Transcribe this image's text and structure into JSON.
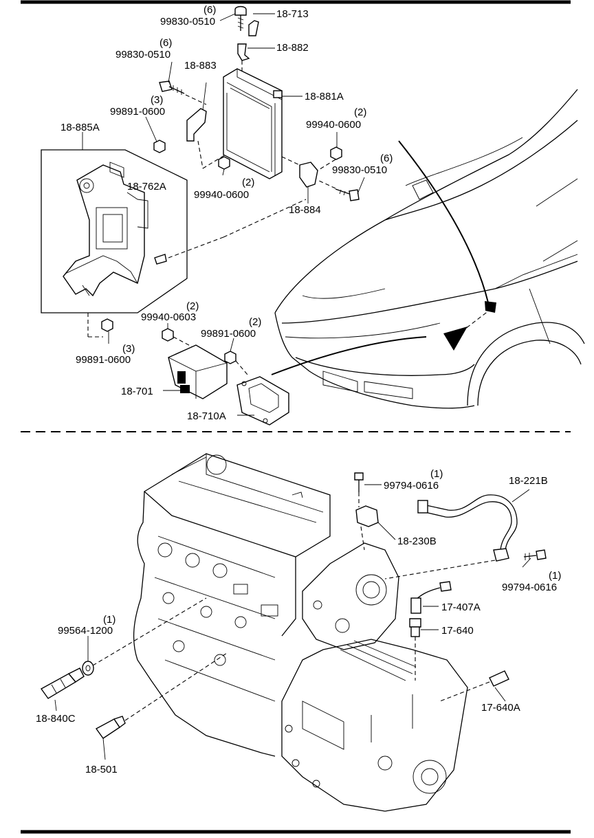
{
  "labels": {
    "p_99830_0510_a": "99830-0510",
    "q_6_a": "(6)",
    "p_18_713": "18-713",
    "p_18_882": "18-882",
    "p_99830_0510_b": "99830-0510",
    "q_6_b": "(6)",
    "p_18_883": "18-883",
    "p_18_881A": "18-881A",
    "q_3_a": "(3)",
    "p_99891_0600_a": "99891-0600",
    "p_18_885A": "18-885A",
    "q_2_a": "(2)",
    "p_99940_0600_a": "99940-0600",
    "q_6_c": "(6)",
    "p_99830_0510_c": "99830-0510",
    "p_18_762A": "18-762A",
    "q_2_b": "(2)",
    "p_99940_0600_b": "99940-0600",
    "p_18_884": "18-884",
    "q_2_c": "(2)",
    "p_99940_0603": "99940-0603",
    "q_2_d": "(2)",
    "p_99891_0600_b": "99891-0600",
    "q_3_b": "(3)",
    "p_99891_0600_c": "99891-0600",
    "p_18_701": "18-701",
    "p_18_710A": "18-710A",
    "q_1_a": "(1)",
    "p_99794_0616_a": "99794-0616",
    "p_18_221B": "18-221B",
    "p_18_230B": "18-230B",
    "q_1_b": "(1)",
    "p_99794_0616_b": "99794-0616",
    "p_17_407A": "17-407A",
    "p_17_640": "17-640",
    "q_1_c": "(1)",
    "p_99564_1200": "99564-1200",
    "p_18_840C": "18-840C",
    "p_17_640A": "17-640A",
    "p_18_501": "18-501"
  }
}
